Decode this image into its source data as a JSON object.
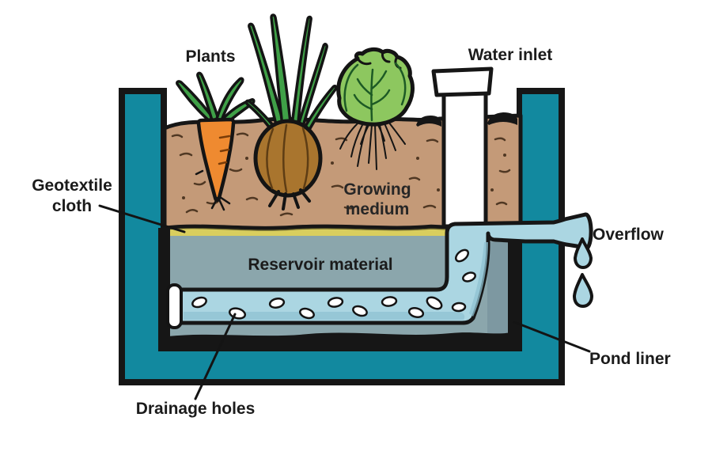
{
  "labels": {
    "plants": "Plants",
    "water_inlet": "Water inlet",
    "geotextile_line1": "Geotextile",
    "geotextile_line2": "cloth",
    "growing_line1": "Growing",
    "growing_line2": "medium",
    "reservoir": "Reservoir material",
    "overflow": "Overflow",
    "pond_liner": "Pond liner",
    "drainage_holes": "Drainage holes"
  },
  "colors": {
    "background": "#ffffff",
    "outline_black": "#161616",
    "container_teal": "#12899f",
    "soil_brown": "#c49a78",
    "soil_speckle": "#503823",
    "geotextile_yellow": "#d9ce5e",
    "reservoir_gray": "#8ba6ac",
    "reservoir_shadow": "#7d98a1",
    "pipe_blue": "#abd6e2",
    "pipe_shade": "#8fc2d2",
    "pipe_white": "#ffffff",
    "carrot_orange": "#ef8a30",
    "leaf_green": "#3fa047",
    "onion_brown": "#a9752e",
    "cabbage_green": "#8dc75f",
    "hole_white": "#ffffff",
    "drop_blue": "#abd6e2"
  }
}
